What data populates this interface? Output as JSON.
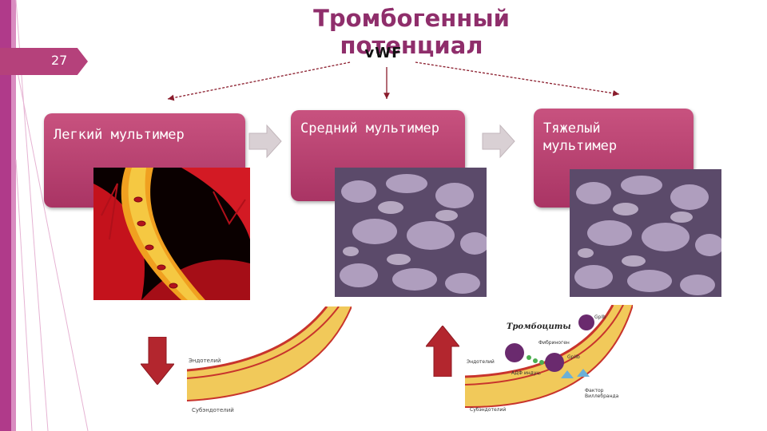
{
  "slide": {
    "number": "27",
    "title": "Тромбогенный потенциал",
    "top_label": "vWF"
  },
  "cards": [
    {
      "label": "Легкий мультимер"
    },
    {
      "label": "Средний мультимер"
    },
    {
      "label": "Тяжелый мультимер"
    }
  ],
  "diagram_right": {
    "title": "Тромбоциты",
    "labels": [
      "GpIb",
      "Фибриноген",
      "Эндотелий",
      "АДФ индуц.",
      "GpIIb",
      "Фактор Виллебранда",
      "Субэндотелий"
    ]
  },
  "diagram_left": {
    "labels": [
      "Эндотелий",
      "Субэндотелий"
    ]
  },
  "colors": {
    "accent": "#b5417b",
    "title": "#8f2e6b",
    "card": "#b93c6e"
  }
}
